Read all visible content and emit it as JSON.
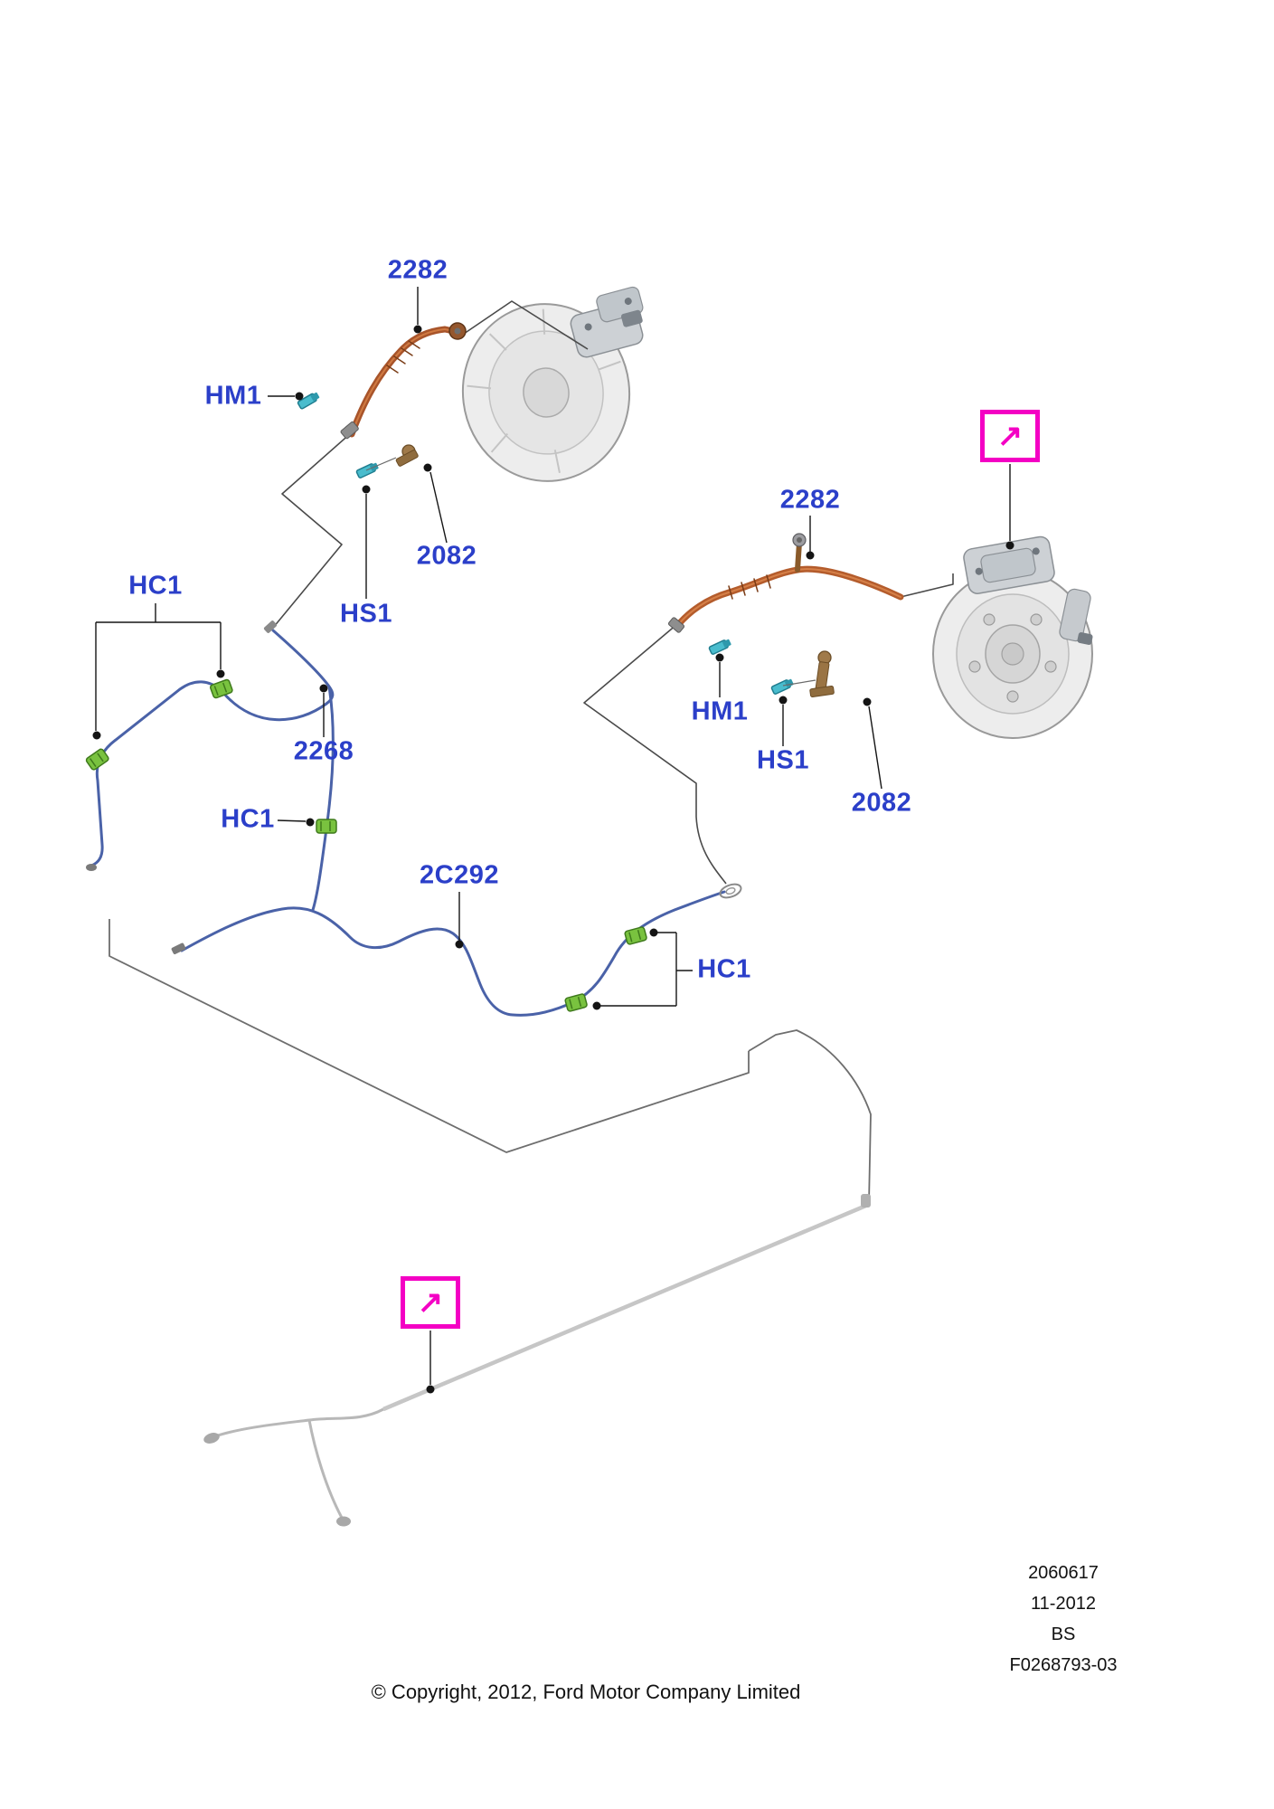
{
  "colors": {
    "callout_blue": "#2b3fc9",
    "link_magenta": "#f400c4",
    "pipe_blue": "#4a62a8",
    "hose_copper": "#b05a2c",
    "clip_green": "#79c23f",
    "fitting_teal": "#49bccd"
  },
  "callouts": [
    {
      "id": "left-2282",
      "label": "2282"
    },
    {
      "id": "left-hm1",
      "label": "HM1"
    },
    {
      "id": "left-2082",
      "label": "2082"
    },
    {
      "id": "left-hs1",
      "label": "HS1"
    },
    {
      "id": "left-hc1",
      "label": "HC1"
    },
    {
      "id": "left-2268",
      "label": "2268"
    },
    {
      "id": "right-2282",
      "label": "2282"
    },
    {
      "id": "right-hm1",
      "label": "HM1"
    },
    {
      "id": "right-hs1",
      "label": "HS1"
    },
    {
      "id": "right-2082",
      "label": "2082"
    },
    {
      "id": "mid-hc1",
      "label": "HC1"
    },
    {
      "id": "mid-2c292",
      "label": "2C292"
    },
    {
      "id": "lower-hc1",
      "label": "HC1"
    }
  ],
  "link_marker": {
    "icon": "↗"
  },
  "footer": {
    "lines": [
      "2060617",
      "11-2012",
      "BS",
      "F0268793-03"
    ]
  },
  "copyright": "© Copyright, 2012, Ford Motor Company Limited"
}
